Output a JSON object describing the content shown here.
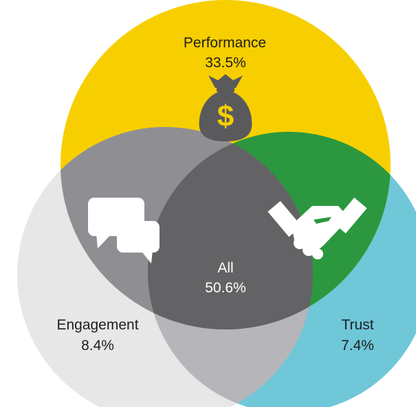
{
  "colors": {
    "performance": "#f7cf00",
    "engagement": "#e7e7e8",
    "trust": "#6fc7d8",
    "performance_engagement": "#8f8f93",
    "performance_trust": "#2b983f",
    "engagement_trust": "#b6b6ba",
    "all": "#636366",
    "icon_dark": "#5a5a5d",
    "icon_light": "#ffffff"
  },
  "regions": {
    "performance": {
      "name": "Performance",
      "value": "33.5%",
      "icon": "money-bag-icon"
    },
    "engagement": {
      "name": "Engagement",
      "value": "8.4%",
      "icon": "chat-bubbles-icon"
    },
    "trust": {
      "name": "Trust",
      "value": "7.4%",
      "icon": "handshake-icon"
    },
    "all": {
      "name": "All",
      "value": "50.6%"
    }
  }
}
